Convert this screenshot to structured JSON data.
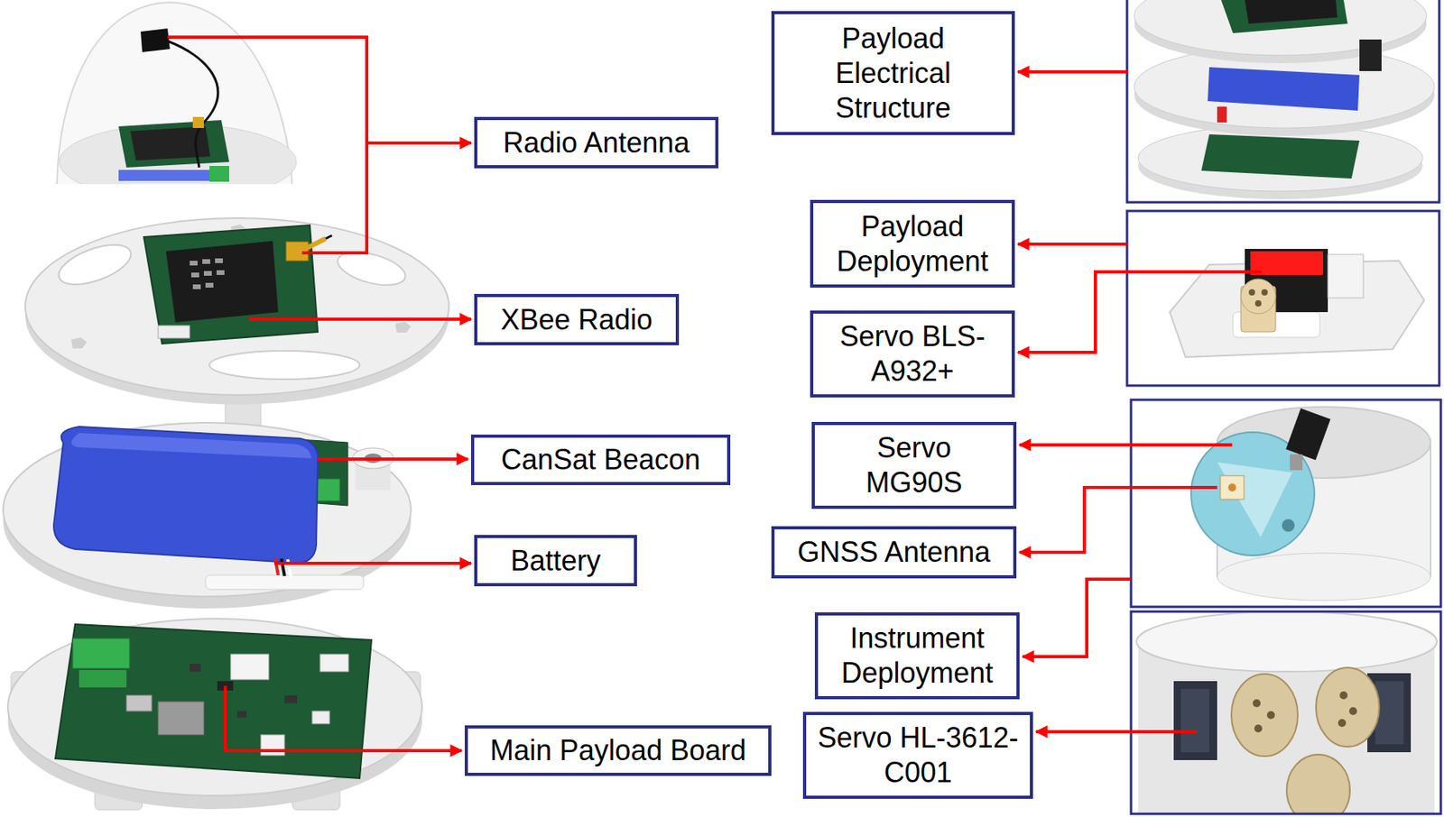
{
  "diagram": {
    "nodes": [
      {
        "text": [
          "Radio Antenna"
        ]
      },
      {
        "text": [
          "XBee Radio"
        ]
      },
      {
        "text": [
          "CanSat Beacon"
        ]
      },
      {
        "text": [
          "Battery"
        ]
      },
      {
        "text": [
          "Main Payload Board"
        ]
      },
      {
        "text": [
          "Payload Electrical Structure"
        ]
      },
      {
        "text": [
          "Payload Deployment"
        ]
      },
      {
        "text": [
          "Servo BLS-A932+"
        ]
      },
      {
        "text": [
          "Servo MG90S"
        ]
      },
      {
        "text": [
          "GNSS Antenna"
        ]
      },
      {
        "text": [
          "Instrument Deployment"
        ]
      },
      {
        "text": [
          "Servo HL-3612-C001"
        ]
      }
    ]
  }
}
